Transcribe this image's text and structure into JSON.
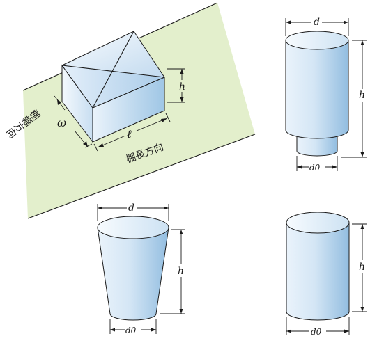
{
  "colors": {
    "shelf": "#e3efcc",
    "shelf_edge": "#1a1a1a",
    "body_light": "#f4f9fe",
    "body_mid": "#cfe3f4",
    "body_dark": "#8fb9dd"
  },
  "box": {
    "height_label": "h",
    "width_label": "ω",
    "length_label": "ℓ",
    "width_dir_label": "棚幅方向",
    "length_dir_label": "棚長方向"
  },
  "cyl_stepped": {
    "top_diameter_label": "d",
    "height_label": "h",
    "base_diameter_label": "d0"
  },
  "cup": {
    "top_diameter_label": "d",
    "height_label": "h",
    "base_diameter_label": "d0"
  },
  "cyl_plain": {
    "height_label": "h",
    "base_diameter_label": "d0"
  }
}
